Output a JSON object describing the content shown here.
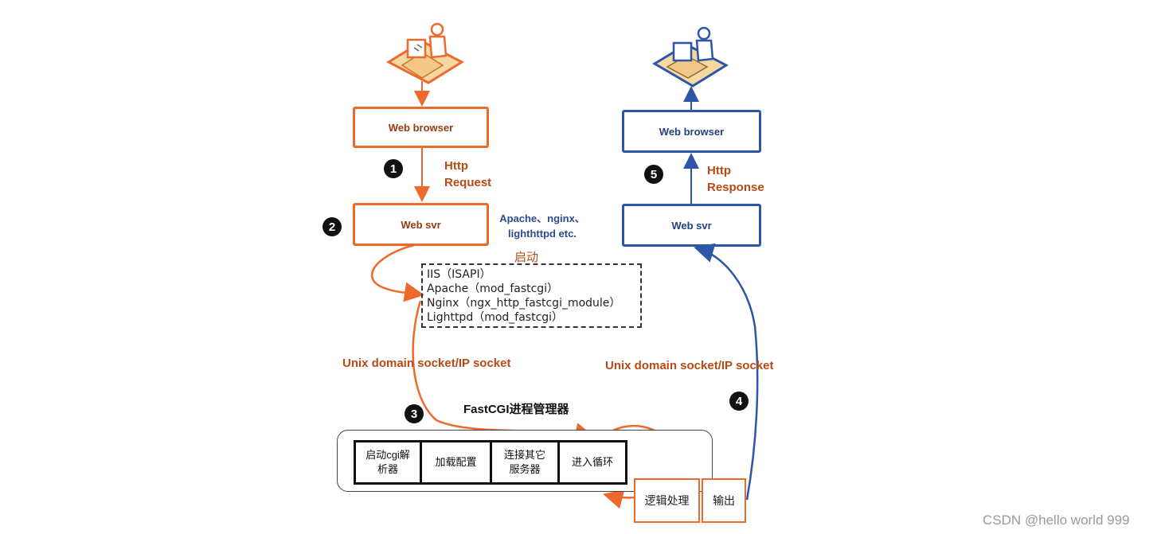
{
  "left": {
    "browser_label": "Web browser",
    "http_request": [
      "Http",
      "Request"
    ],
    "step1": "1",
    "step2": "2",
    "websvr_label": "Web svr",
    "servers_note": [
      "Apache、nginx、",
      "lighthttpd etc."
    ],
    "start_label": "启动",
    "modules": [
      "IIS（ISAPI）",
      "Apache（mod_fastcgi）",
      "Nginx（ngx_http_fastcgi_module）",
      "Lighttpd（mod_fastcgi）"
    ],
    "socket_label": "Unix domain socket/IP socket",
    "step3": "3"
  },
  "fastcgi": {
    "title": "FastCGI进程管理器",
    "steps": [
      "启动cgi解析器",
      "加载配置",
      "连接其它服务器",
      "进入循环"
    ],
    "steps_lines": [
      [
        "启动cgi解",
        "析器"
      ],
      [
        "加载配置"
      ],
      [
        "连接其它",
        "服务器"
      ],
      [
        "进入循环"
      ]
    ],
    "logic": "逻辑处理",
    "output": "输出"
  },
  "right": {
    "browser_label": "Web browser",
    "http_response": [
      "Http",
      "Response"
    ],
    "step5": "5",
    "websvr_label": "Web svr",
    "socket_label": "Unix domain socket/IP socket",
    "step4": "4"
  },
  "watermark": "CSDN @hello world 999",
  "colors": {
    "orange": "#ee6a2c",
    "label_red": "#b84a16",
    "blue": "#2e56a8",
    "black": "#111111"
  },
  "icons": [
    "user-at-computer-icon-orange",
    "user-at-computer-icon-blue"
  ]
}
